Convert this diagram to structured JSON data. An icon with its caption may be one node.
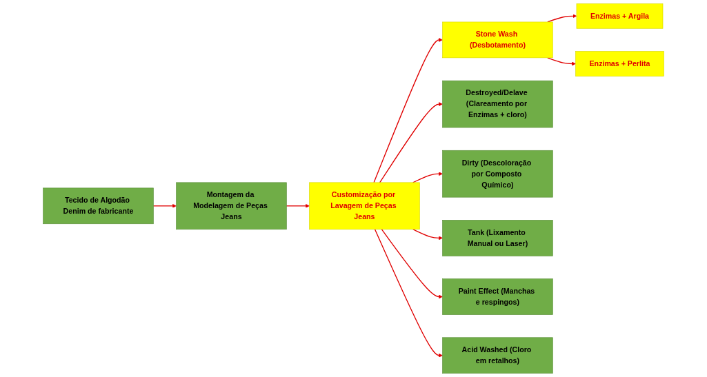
{
  "diagram": {
    "nodes": [
      {
        "text": [
          "Tecido de Algodão Denim de fabricante"
        ]
      },
      {
        "text": [
          "Montagem da Modelagem de Peças Jeans"
        ]
      },
      {
        "text": [
          "Customização por Lavagem de Peças Jeans"
        ]
      },
      {
        "text": [
          "Stone Wash (Desbotamento)"
        ]
      },
      {
        "text": [
          "Enzimas + Argila"
        ]
      },
      {
        "text": [
          "Enzimas + Perlita"
        ]
      },
      {
        "text": [
          "Destroyed/Delave (Clareamento por Enzimas + cloro)"
        ]
      },
      {
        "text": [
          "Dirty (Descoloração por Composto Químico)"
        ]
      },
      {
        "text": [
          "Tank (Lixamento Manual ou Laser)"
        ]
      },
      {
        "text": [
          "Paint Effect (Manchas e respingos)"
        ]
      },
      {
        "text": [
          "Acid Washed (Cloro em retalhos)"
        ]
      }
    ],
    "edges": [
      {
        "from": 0,
        "to": 1,
        "arrow": "to"
      },
      {
        "from": 1,
        "to": 2,
        "arrow": "to"
      },
      {
        "from": 2,
        "to": 3,
        "arrow": "to"
      },
      {
        "from": 2,
        "to": 6,
        "arrow": "to"
      },
      {
        "from": 2,
        "to": 7,
        "arrow": "to"
      },
      {
        "from": 2,
        "to": 8,
        "arrow": "to"
      },
      {
        "from": 2,
        "to": 9,
        "arrow": "to"
      },
      {
        "from": 2,
        "to": 10,
        "arrow": "to"
      },
      {
        "from": 3,
        "to": 4,
        "arrow": "to"
      },
      {
        "from": 3,
        "to": 5,
        "arrow": "to"
      }
    ]
  }
}
